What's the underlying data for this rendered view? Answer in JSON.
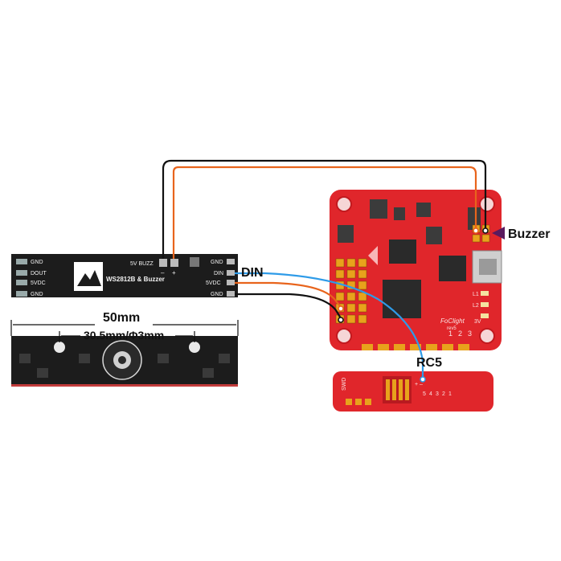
{
  "labels": {
    "buzzer": "Buzzer",
    "din": "DIN",
    "rc5": "RC5",
    "width": "50mm",
    "spacing": "30.5mm/Φ3mm"
  },
  "led_board": {
    "title": "WS2812B & Buzzer",
    "buzz_header": "5V BUZZ",
    "buzz_minus": "–",
    "buzz_plus": "+",
    "left_pins": [
      "GND",
      "DOUT",
      "5VDC",
      "GND"
    ],
    "right_pins": [
      "GND",
      "DIN",
      "5VDC",
      "GND"
    ]
  },
  "flight_controller": {
    "brand": "FoClight",
    "rev": "rev5",
    "pins_right": [
      "L1",
      "L2",
      "3V"
    ],
    "numbers": [
      "1",
      "2",
      "3"
    ],
    "bottom_digits": [
      "5",
      "4",
      "3",
      "2",
      "1"
    ],
    "swd": "SWD",
    "minus_plus": "+  –"
  },
  "colors": {
    "wire_black": "#111111",
    "wire_orange": "#e8641c",
    "wire_blue": "#2e9be8",
    "pcb_black": "#1c1c1c",
    "pcb_red": "#e0262b",
    "arrow_purple": "#5a1a5e"
  }
}
